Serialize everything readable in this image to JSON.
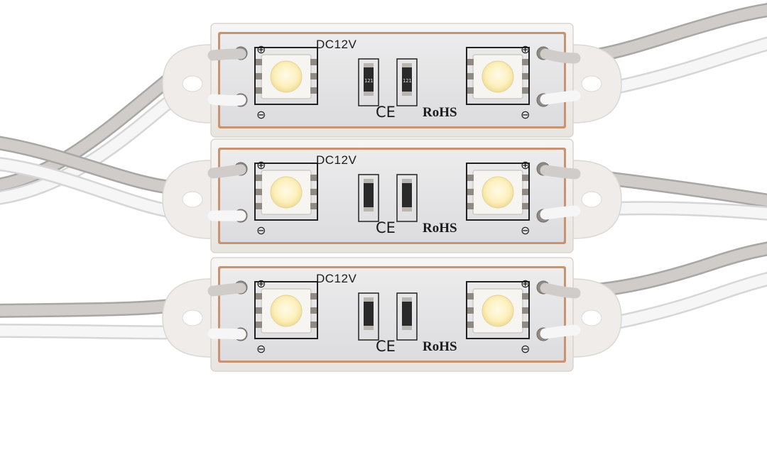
{
  "modules": [
    {
      "voltage_label": "DC12V",
      "ce_mark": "CE",
      "rohs_mark": "RoHS",
      "plus_symbol": "⊕",
      "minus_symbol": "⊖",
      "resistor_codes": [
        "121",
        "121"
      ]
    },
    {
      "voltage_label": "DC12V",
      "ce_mark": "CE",
      "rohs_mark": "RoHS",
      "plus_symbol": "⊕",
      "minus_symbol": "⊖",
      "resistor_codes": [
        "",
        ""
      ]
    },
    {
      "voltage_label": "DC12V",
      "ce_mark": "CE",
      "rohs_mark": "RoHS",
      "plus_symbol": "⊕",
      "minus_symbol": "⊖",
      "resistor_codes": [
        "",
        ""
      ]
    }
  ],
  "colors": {
    "housing": "#f4f2f0",
    "pcb": "#e9e9ea",
    "copper_trace": "#c79473",
    "led_lens": "#fdf3c8",
    "wire_grey": "#c9c7c4",
    "wire_white": "#f2f2f2"
  }
}
